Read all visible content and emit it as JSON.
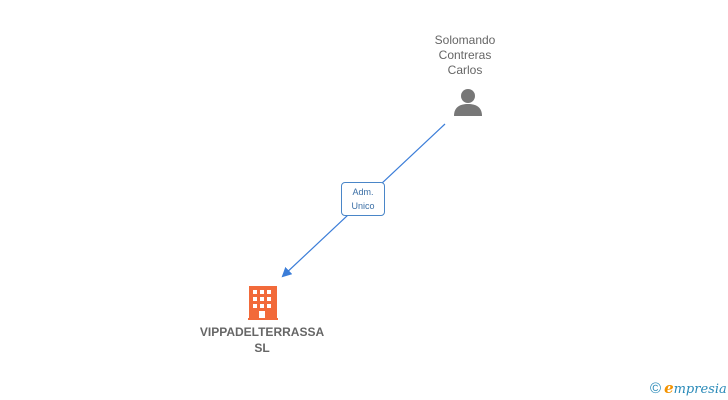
{
  "person": {
    "name_lines": [
      "Solomando",
      "Contreras",
      "Carlos"
    ],
    "icon": "person-icon"
  },
  "company": {
    "name_lines": [
      "VIPPADELTERRASSA",
      "SL"
    ],
    "icon": "building-icon"
  },
  "relation": {
    "label_lines": [
      "Adm.",
      "Unico"
    ]
  },
  "brand": {
    "copyright": "©",
    "name_first": "e",
    "name_rest": "mpresia"
  },
  "colors": {
    "edge": "#3b7dd8",
    "company_icon": "#f26a3a",
    "person_icon": "#777777",
    "text": "#666666",
    "brand": "#2a8ab8",
    "brand_accent": "#f39200"
  }
}
